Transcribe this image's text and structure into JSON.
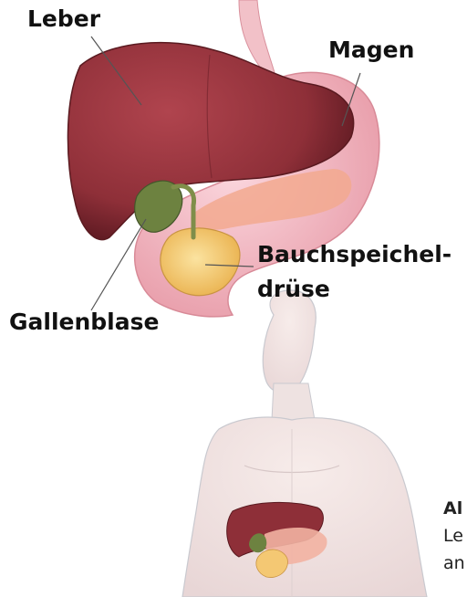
{
  "labels": {
    "liver": "Leber",
    "stomach": "Magen",
    "pancreas_line1": "Bauchspeichel-",
    "pancreas_line2": "drüse",
    "gallbladder": "Gallenblase"
  },
  "caption_fragment": {
    "line1": "Al",
    "line2": "Le",
    "line3": "an"
  },
  "colors": {
    "liver": "#8e2f38",
    "stomach": "#f3b7c1",
    "pancreas": "#f4c873",
    "gallbladder": "#6d8240",
    "body_outline": "#c9c9cf"
  }
}
